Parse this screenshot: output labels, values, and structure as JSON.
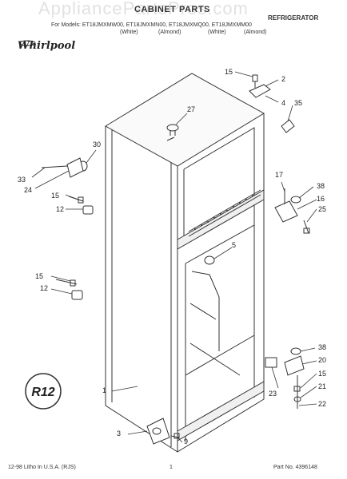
{
  "header": {
    "title": "CABINET PARTS",
    "right_label": "REFRIGERATOR",
    "models_line": "For Models: ET18JMXMW00, ET18JMXMN00, ET18JMXMQ00, ET18JMXMM00",
    "colors": [
      "(White)",
      "(Almond)",
      "(White)",
      "(Almond)"
    ]
  },
  "watermark": "AppliancePartsPros.com",
  "brand": {
    "name": "Whirlpool"
  },
  "badge": {
    "text": "R12"
  },
  "callouts": [
    "1",
    "2",
    "3",
    "4",
    "5",
    "9",
    "12",
    "15",
    "16",
    "17",
    "20",
    "21",
    "22",
    "23",
    "24",
    "25",
    "27",
    "30",
    "33",
    "35",
    "38",
    "12",
    "15",
    "15",
    "38"
  ],
  "footer": {
    "left": "12-98 Litho In U.S.A. (RJS)",
    "page": "1",
    "part_no": "Part No. 4396148"
  },
  "colors": {
    "line": "#333333",
    "paper": "#ffffff"
  }
}
